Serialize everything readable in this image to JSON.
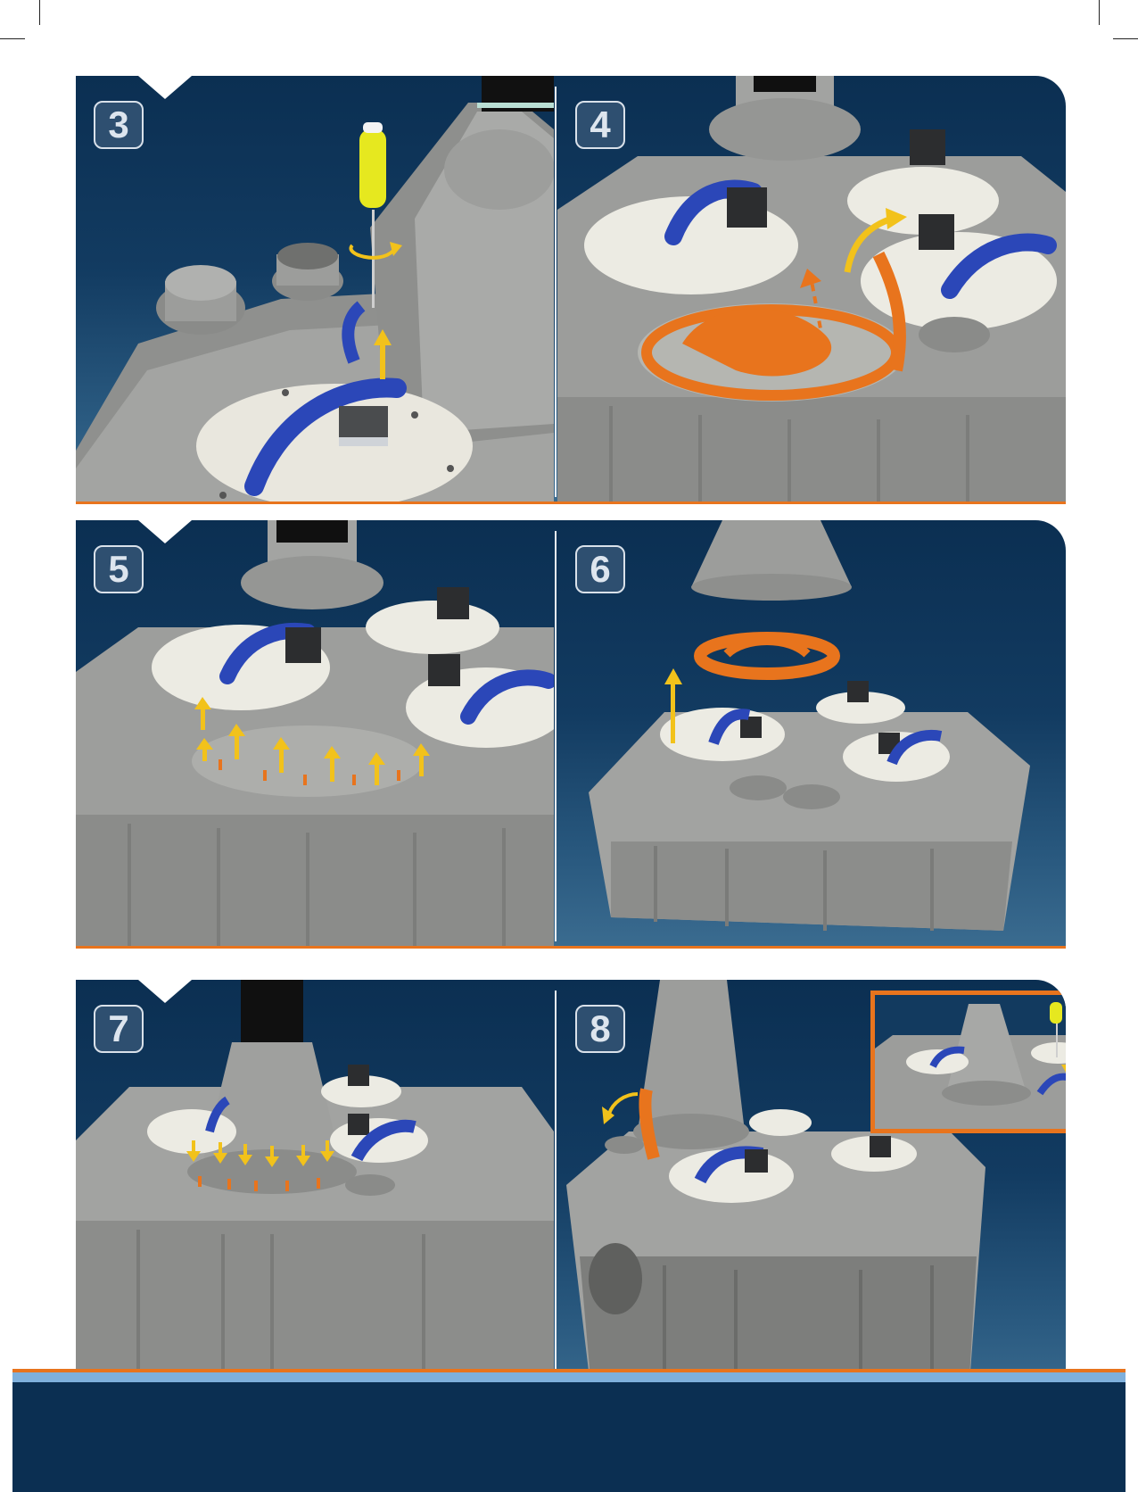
{
  "steps": [
    {
      "number": "3",
      "icon": "screwdriver-loosen-clip-icon"
    },
    {
      "number": "4",
      "icon": "lift-motor-plate-icon"
    },
    {
      "number": "5",
      "icon": "remove-screws-icon"
    },
    {
      "number": "6",
      "icon": "lift-gasket-icon"
    },
    {
      "number": "7",
      "icon": "refit-screws-icon"
    },
    {
      "number": "8",
      "icon": "refit-clip-icon"
    }
  ],
  "colors": {
    "panel_dark": "#0b2f52",
    "panel_light": "#3b6c90",
    "accent_orange": "#e8741d",
    "arrow_yellow": "#f2c21b",
    "clip_blue": "#2b47b8",
    "unit_grey": "#9b9c9a",
    "footer_blue": "#7fb0dc"
  }
}
